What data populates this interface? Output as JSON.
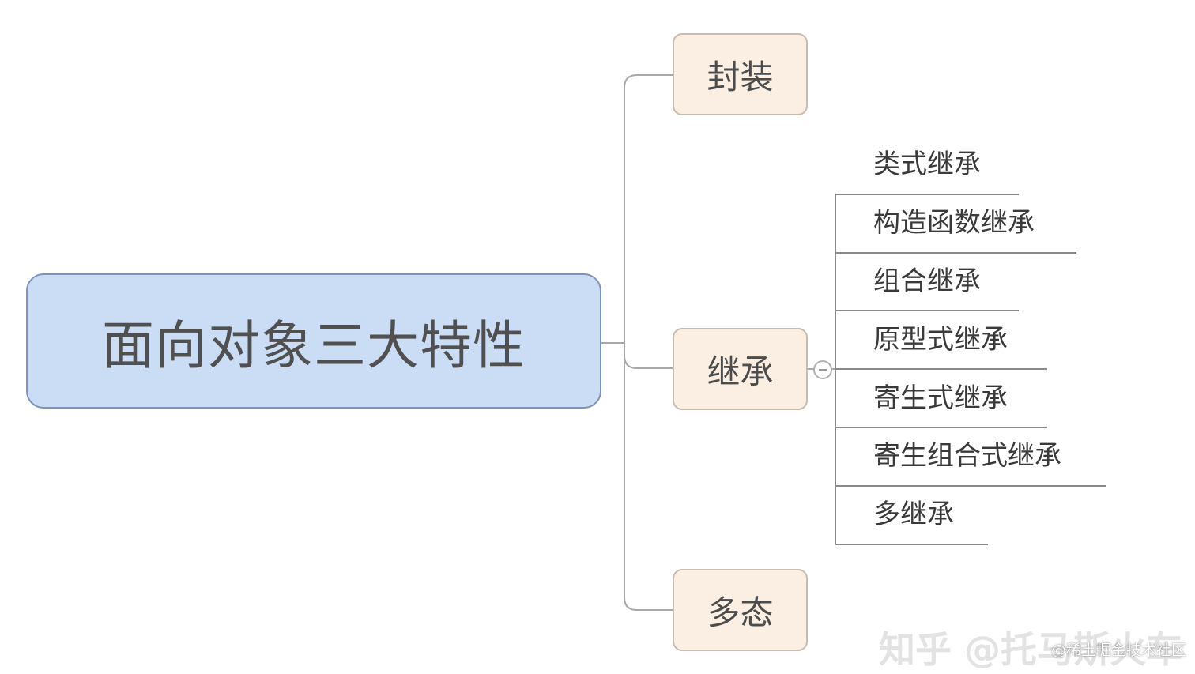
{
  "root": {
    "label": "面向对象三大特性"
  },
  "branches": [
    {
      "label": "封装"
    },
    {
      "label": "继承",
      "children": [
        "类式继承",
        "构造函数继承",
        "组合继承",
        "原型式继承",
        "寄生式继承",
        "寄生组合式继承",
        "多继承"
      ]
    },
    {
      "label": "多态"
    }
  ],
  "watermarks": {
    "zhihu": "知乎 @托马斯火车",
    "juejin": "@稀土掘金技术社区"
  },
  "colors": {
    "root_fill": "#cbdcf5",
    "root_border": "#7f93bb",
    "branch_fill": "#fbefe4",
    "branch_border": "#c9bcae",
    "connector": "#a8a8a8",
    "leaf_underline": "#8a8a8a"
  }
}
